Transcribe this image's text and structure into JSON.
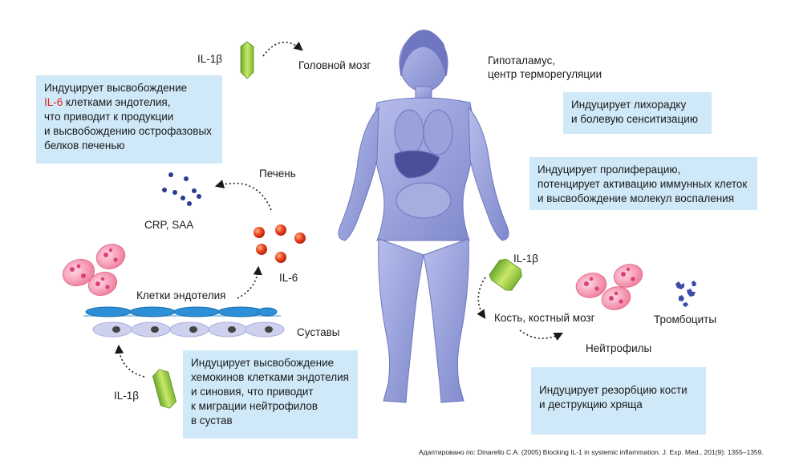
{
  "labels": {
    "il1b_top": "IL-1β",
    "brain": "Головной мозг",
    "hypothalamus_line1": "Гипоталамус,",
    "hypothalamus_line2": "центр терморегуляции",
    "liver": "Печень",
    "crp_saa": "CRP, SAA",
    "il6": "IL-6",
    "endothelial_cells": "Клетки эндотелия",
    "joints": "Суставы",
    "il1b_bottom_left": "IL-1β",
    "il1b_right": "IL-1β",
    "bone_marrow": "Кость, костный мозг",
    "neutrophils": "Нейтрофилы",
    "platelets": "Тромбоциты"
  },
  "boxes": {
    "endothelium_il6": {
      "line1": "Индуцирует высвобождение",
      "line2_highlight": "IL-6",
      "line2_rest": " клетками эндотелия,",
      "line3": "что приводит к продукции",
      "line4": "и высвобождению острофазовых",
      "line5": "белков печенью"
    },
    "fever": {
      "line1": "Индуцирует лихорадку",
      "line2": "и болевую сенситизацию"
    },
    "proliferation": {
      "line1": "Индуцирует пролиферацию,",
      "line2": "потенцирует активацию иммунных клеток",
      "line3": "и высвобождение молекул воспаления"
    },
    "chemokines": {
      "line1": "Индуцирует высвобождение",
      "line2": "хемокинов клетками эндотелия",
      "line3": "и синовия, что приводит",
      "line4": "к миграции нейтрофилов",
      "line5": "в сустав"
    },
    "bone": {
      "line1": "Индуцирует резорбцию кости",
      "line2": "и деструкцию хряща"
    }
  },
  "credit": "Адаптировано по: Dinarello C.A. (2005) Blocking IL-1 in systemic inflammation. J. Exp. Med., 201(9): 1355–1359.",
  "colors": {
    "box_bg": "#cfe9f8",
    "highlight": "#e2231a",
    "body_figure": "#8f97d6",
    "il1b_crystal": "#8cc63f",
    "il6_particle": "#e8401c",
    "crp_dot": "#2b3a8f",
    "neutrophil": "#f28aa8",
    "endothelial_cell": "#2d8fd5",
    "synovial_cell": "#cdd1ee"
  }
}
